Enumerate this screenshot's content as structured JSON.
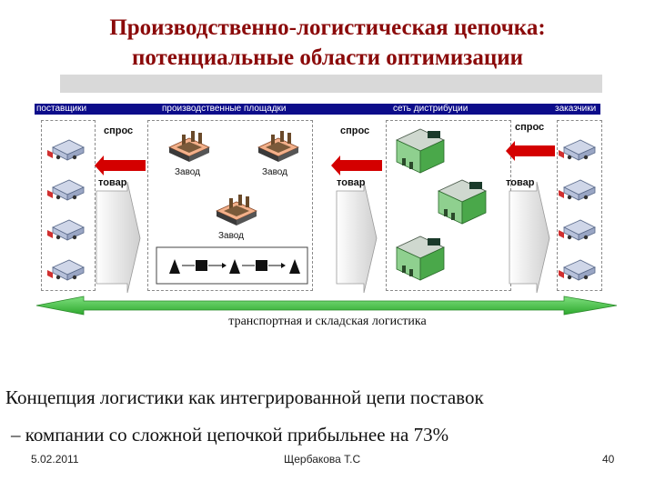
{
  "title": {
    "line1": "Производственно-логистическая цепочка:",
    "line2": "потенциальные области оптимизации"
  },
  "columns": {
    "suppliers": "поставщики",
    "production": "производственные площадки",
    "distribution": "сеть дистрибуции",
    "customers": "заказчики"
  },
  "flow": {
    "demand_1": "спрос",
    "goods_1": "товар",
    "demand_2": "спрос",
    "goods_2": "товар",
    "demand_3": "спрос",
    "goods_3": "товар"
  },
  "plants": {
    "plant_1": "Завод",
    "plant_2": "Завод",
    "plant_3": "Завод"
  },
  "logistics_caption": "транспортная и складская логистика",
  "concept": "Концепция логистики как интегрированной цепи поставок",
  "claim": "– компании со сложной цепочкой прибыльнее на 73%",
  "footer": {
    "date": "5.02.2011",
    "author": "Щербакова Т.С",
    "page": "40"
  },
  "colors": {
    "title": "#8b0a0a",
    "header_bar": "#0c0c8a",
    "arrow_green": "#3fbf3f",
    "demand_arrow": "#d40000",
    "goods_arrow": "#e0e0e0"
  },
  "icons": [
    "truck-icon",
    "factory-icon",
    "warehouse-icon"
  ]
}
